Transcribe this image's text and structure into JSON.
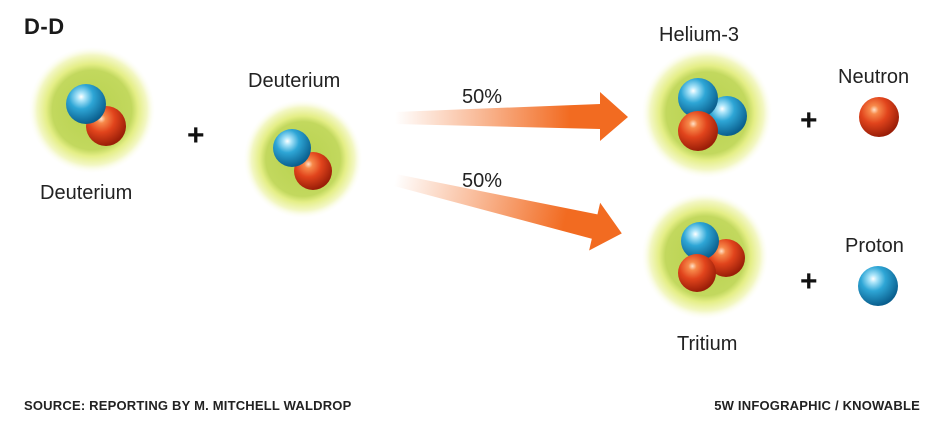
{
  "title": "D-D",
  "reactant_left": {
    "label": "Deuterium"
  },
  "reactant_right": {
    "label": "Deuterium"
  },
  "operator": "+",
  "branches": [
    {
      "probability": "50%",
      "product": "Helium-3",
      "byproduct": "Neutron"
    },
    {
      "probability": "50%",
      "product": "Tritium",
      "byproduct": "Proton"
    }
  ],
  "footer": {
    "source": "SOURCE: REPORTING BY M. MITCHELL WALDROP",
    "credit": "5W INFOGRAPHIC / KNOWABLE"
  },
  "colors": {
    "proton": "#2a9fd0",
    "neutron": "#e0461e",
    "arrow": "#f26b21",
    "glow": "#e6ee8a",
    "nucleus_bg": "#b9d35a"
  }
}
